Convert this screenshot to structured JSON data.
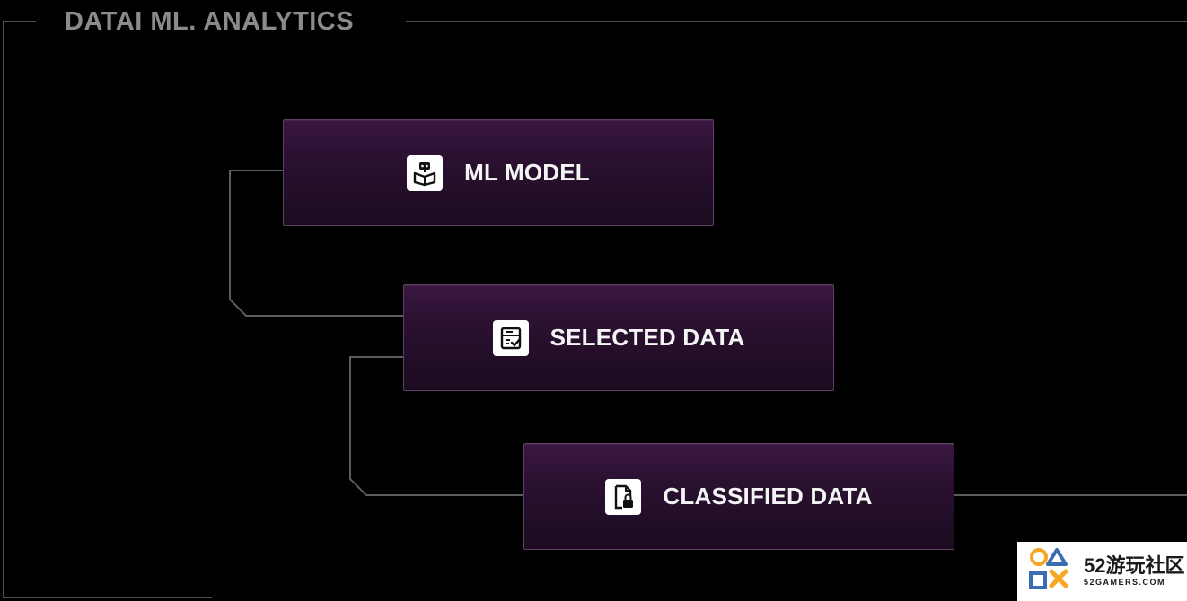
{
  "header": {
    "title": "DATAI ML. ANALYTICS"
  },
  "nodes": [
    {
      "label": "ML MODEL",
      "icon": "robot-book-icon"
    },
    {
      "label": "SELECTED DATA",
      "icon": "checklist-server-icon"
    },
    {
      "label": "CLASSIFIED DATA",
      "icon": "locked-file-icon"
    }
  ],
  "watermark": {
    "main_text": "52游玩社区",
    "sub_text": "52GAMERS.COM",
    "icon": "game-controller-buttons-icon"
  },
  "colors": {
    "background": "#000000",
    "node_fill": "#2b1131",
    "node_border": "#5d3f62",
    "connector": "#5c5c5c",
    "title_text": "#8b8b8b",
    "label_text": "#f4f4f4",
    "watermark_orange": "#f5a623",
    "watermark_blue": "#3b6db3"
  }
}
